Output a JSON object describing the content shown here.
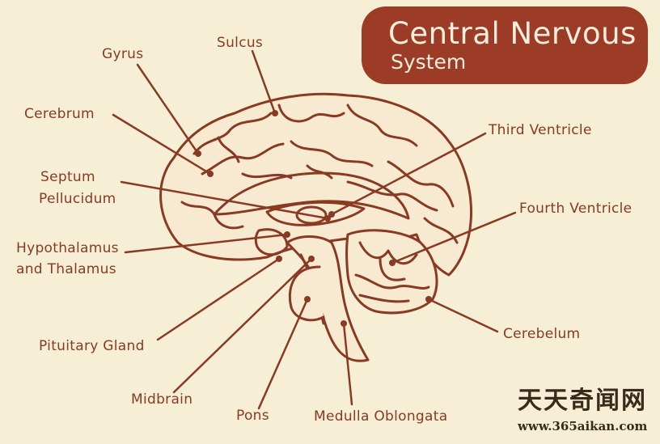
{
  "title": {
    "line1": "Central Nervous",
    "line2": "System"
  },
  "labels": {
    "gyrus": "Gyrus",
    "sulcus": "Sulcus",
    "cerebrum": "Cerebrum",
    "septum_line1": "Septum",
    "septum_line2": "Pellucidum",
    "hypo_line1": "Hypothalamus",
    "hypo_line2": "and Thalamus",
    "pituitary": "Pituitary Gland",
    "midbrain": "Midbrain",
    "pons": "Pons",
    "medulla": "Medulla Oblongata",
    "cerebelum": "Cerebelum",
    "fourth_ventricle": "Fourth Ventricle",
    "third_ventricle": "Third Ventricle"
  },
  "watermark": {
    "text": "天天奇闻网",
    "url": "www.365aikan.com"
  },
  "colors": {
    "background": "#f6efd5",
    "ink": "#8a3a23",
    "title_box": "#9c3b26",
    "brain_fill": "#f7ead0"
  }
}
